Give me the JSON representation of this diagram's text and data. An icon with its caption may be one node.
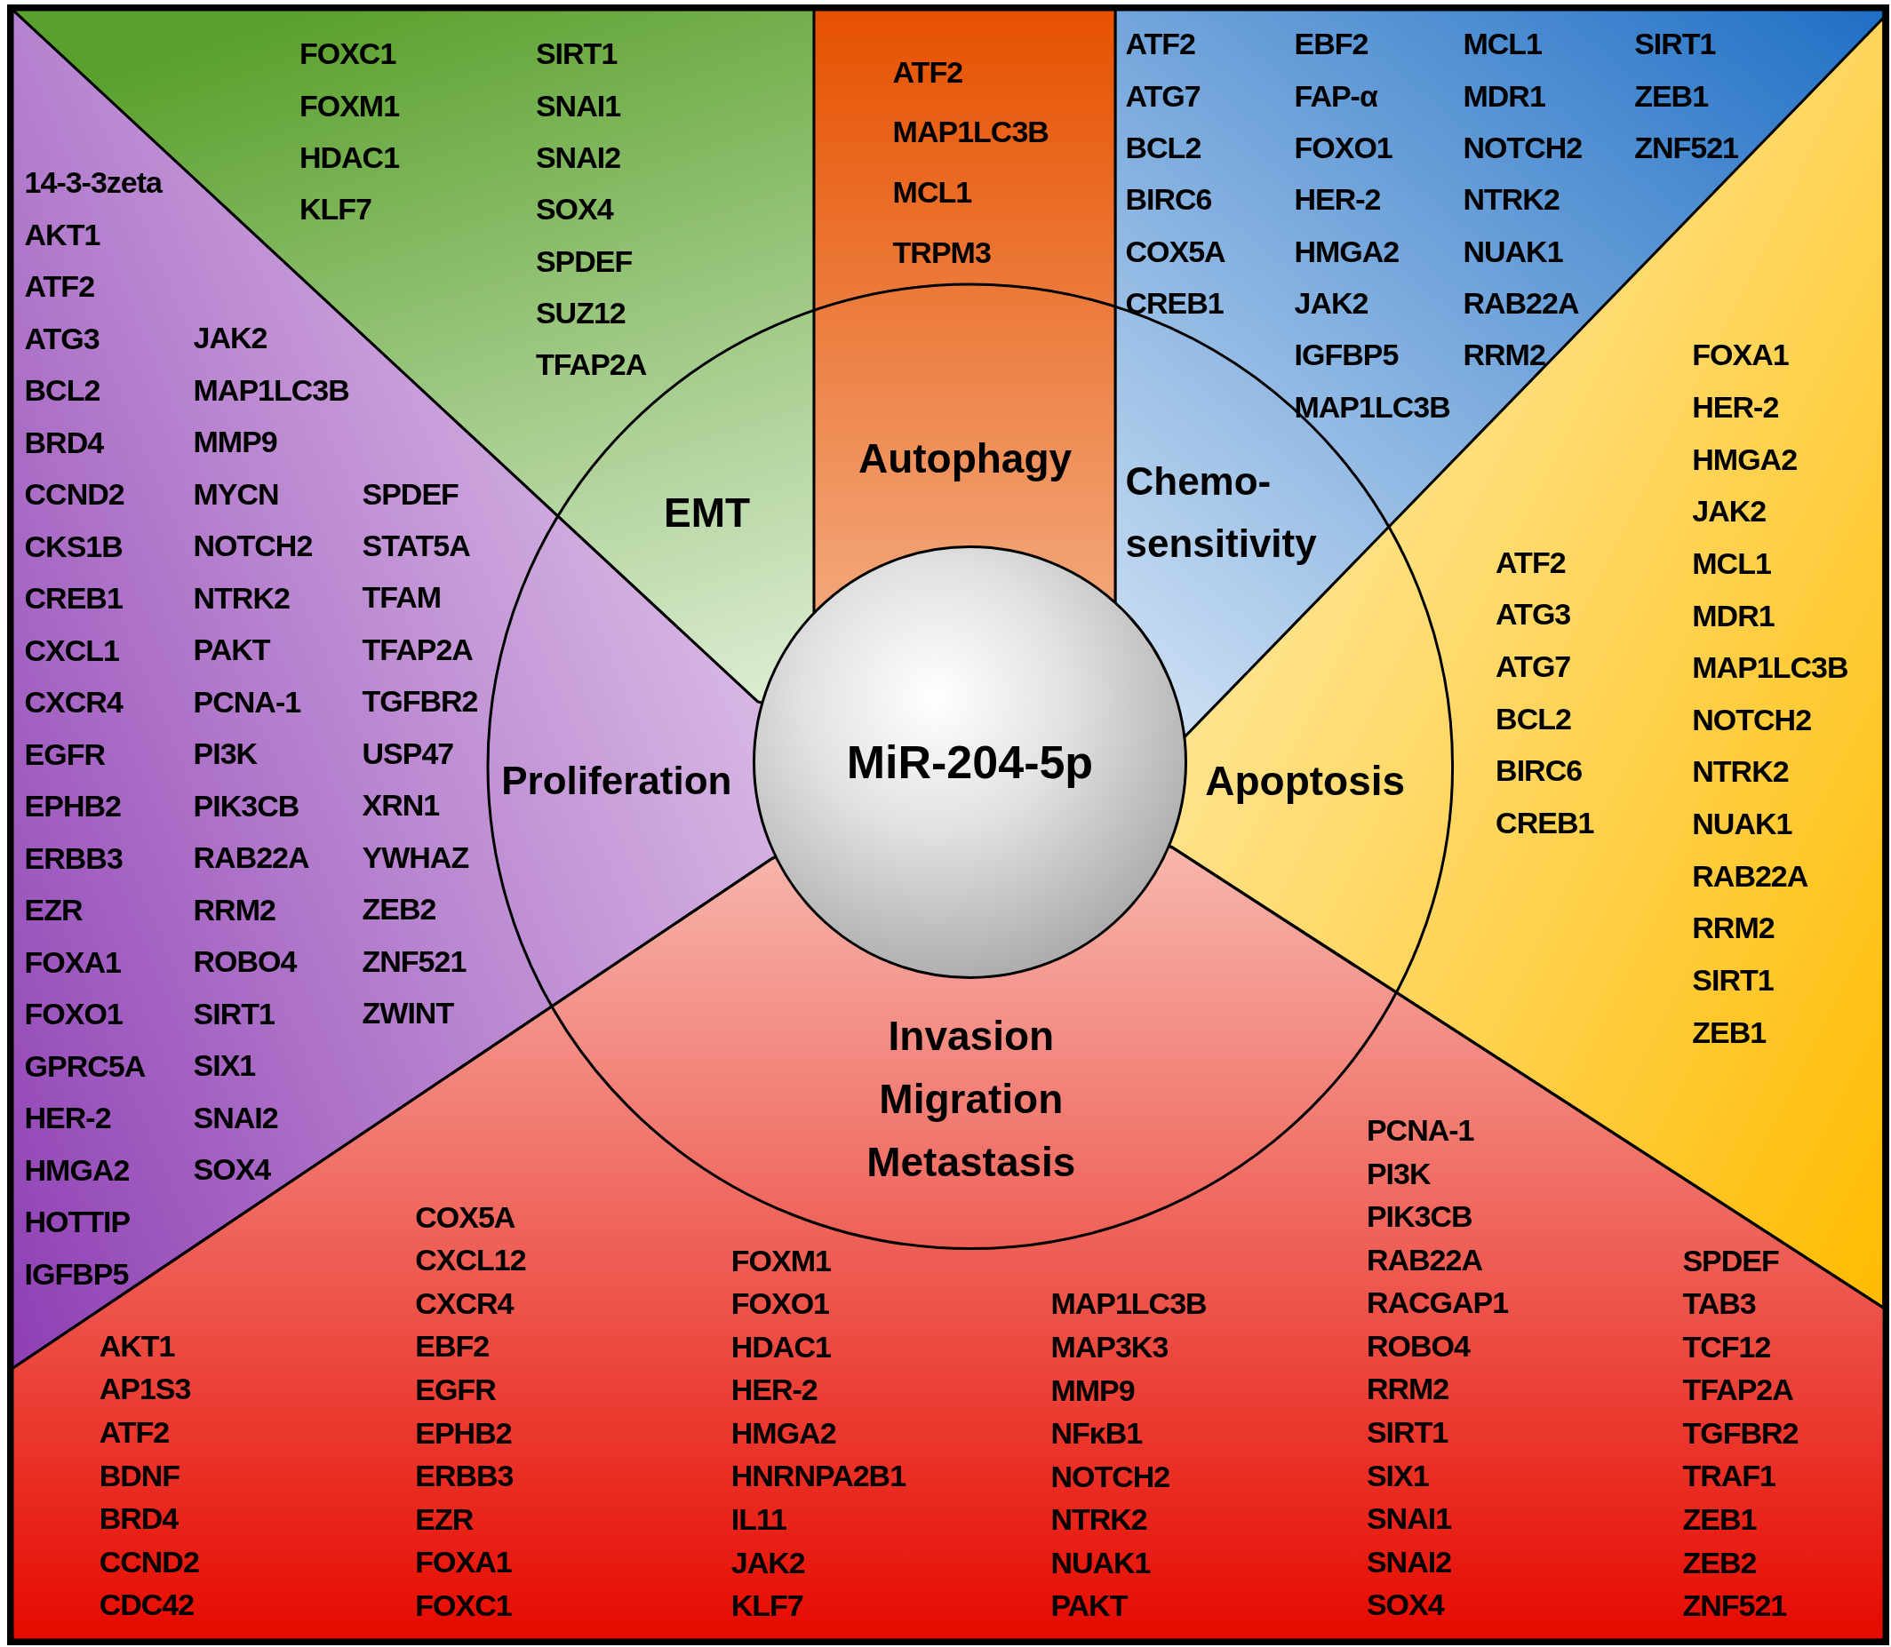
{
  "diagram": {
    "nodes": [
      {
        "text": [
          "MiR-204-5p"
        ]
      },
      {
        "text": [
          "EMT",
          "FOXC1",
          "FOXM1",
          "HDAC1",
          "KLF7",
          "SIRT1",
          "SNAI1",
          "SNAI2",
          "SOX4",
          "SPDEF",
          "SUZ12",
          "TFAP2A"
        ]
      },
      {
        "text": [
          "Autophagy",
          "ATF2",
          "MAP1LC3B",
          "MCL1",
          "TRPM3"
        ]
      },
      {
        "text": [
          "Chemo- sensitivity",
          "ATF2",
          "ATG7",
          "BCL2",
          "BIRC6",
          "COX5A",
          "CREB1",
          "EBF2",
          "FAP-α",
          "FOXO1",
          "HER-2",
          "HMGA2",
          "JAK2",
          "IGFBP5",
          "MAP1LC3B",
          "MCL1",
          "MDR1",
          "NOTCH2",
          "NTRK2",
          "NUAK1",
          "RAB22A",
          "RRM2",
          "SIRT1",
          "ZEB1",
          "ZNF521"
        ]
      },
      {
        "text": [
          "Proliferation",
          "14-3-3zeta",
          "AKT1",
          "ATF2",
          "ATG3",
          "BCL2",
          "BRD4",
          "CCND2",
          "CKS1B",
          "CREB1",
          "CXCL1",
          "CXCR4",
          "EGFR",
          "EPHB2",
          "ERBB3",
          "EZR",
          "FOXA1",
          "FOXO1",
          "GPRC5A",
          "HER-2",
          "HMGA2",
          "HOTTIP",
          "IGFBP5",
          "JAK2",
          "MAP1LC3B",
          "MMP9",
          "MYCN",
          "NOTCH2",
          "NTRK2",
          "PAKT",
          "PCNA-1",
          "PI3K",
          "PIK3CB",
          "RAB22A",
          "RRM2",
          "ROBO4",
          "SIRT1",
          "SIX1",
          "SNAI2",
          "SOX4",
          "SPDEF",
          "STAT5A",
          "TFAM",
          "TFAP2A",
          "TGFBR2",
          "USP47",
          "XRN1",
          "YWHAZ",
          "ZEB2",
          "ZNF521",
          "ZWINT"
        ]
      },
      {
        "text": [
          "Apoptosis",
          "ATF2",
          "ATG3",
          "ATG7",
          "BCL2",
          "BIRC6",
          "CREB1",
          "FOXA1",
          "HER-2",
          "HMGA2",
          "JAK2",
          "MCL1",
          "MDR1",
          "MAP1LC3B",
          "NOTCH2",
          "NTRK2",
          "NUAK1",
          "RAB22A",
          "RRM2",
          "SIRT1",
          "ZEB1"
        ]
      },
      {
        "text": [
          "Invasion Migration Metastasis",
          "AKT1",
          "AP1S3",
          "ATF2",
          "BDNF",
          "BRD4",
          "CCND2",
          "CDC42",
          "COX5A",
          "CXCL12",
          "CXCR4",
          "EBF2",
          "EGFR",
          "EPHB2",
          "ERBB3",
          "EZR",
          "FOXA1",
          "FOXC1",
          "FOXM1",
          "FOXO1",
          "HDAC1",
          "HER-2",
          "HMGA2",
          "HNRNPA2B1",
          "IL11",
          "JAK2",
          "KLF7",
          "MAP1LC3B",
          "MAP3K3",
          "MMP9",
          "NFκB1",
          "NOTCH2",
          "NTRK2",
          "NUAK1",
          "PAKT",
          "PCNA-1",
          "PI3K",
          "PIK3CB",
          "RAB22A",
          "RACGAP1",
          "ROBO4",
          "RRM2",
          "SIRT1",
          "SIX1",
          "SNAI1",
          "SNAI2",
          "SOX4",
          "SPDEF",
          "TAB3",
          "TCF12",
          "TFAP2A",
          "TGFBR2",
          "TRAF1",
          "ZEB1",
          "ZEB2",
          "ZNF521"
        ]
      }
    ]
  }
}
